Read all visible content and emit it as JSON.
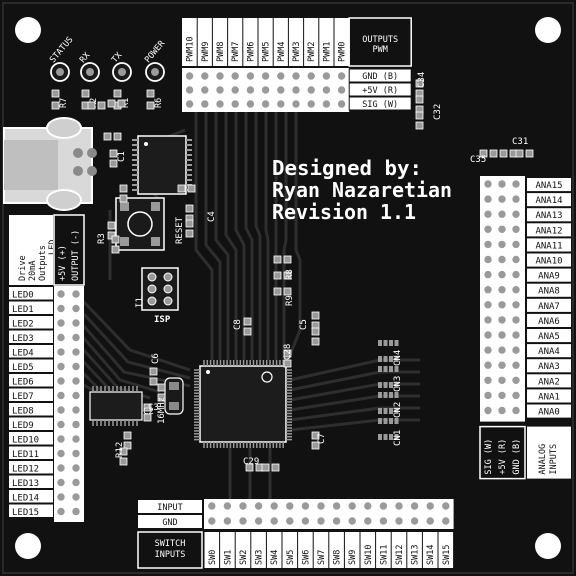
{
  "board": {
    "title_lines": [
      "Designed by:",
      "Ryan Nazaretian",
      "Revision 1.1"
    ]
  },
  "status_leds": [
    {
      "label": "STATUS",
      "resistor": "R7"
    },
    {
      "label": "RX",
      "resistor": "R2"
    },
    {
      "label": "TX",
      "resistor": "R1"
    },
    {
      "label": "POWER",
      "resistor": "R6"
    }
  ],
  "pwm_header": {
    "channels": [
      "PWM10",
      "PWM9",
      "PWM8",
      "PWM7",
      "PWM6",
      "PWM5",
      "PWM4",
      "PWM3",
      "PWM2",
      "PWM1",
      "PWM0"
    ],
    "group_title": "OUTPUTS PWM",
    "rows": [
      "GND (B)",
      "+5V (R)",
      "SIG (W)"
    ]
  },
  "led_header": {
    "title": "Drive 20mA Outputs LED",
    "columns": [
      "+5V (+)",
      "OUTPUT (-)"
    ],
    "rows": [
      "LED0",
      "LED1",
      "LED2",
      "LED3",
      "LED4",
      "LED5",
      "LED6",
      "LED7",
      "LED8",
      "LED9",
      "LED10",
      "LED11",
      "LED12",
      "LED13",
      "LED14",
      "LED15"
    ]
  },
  "analog_header": {
    "rows": [
      "ANA15",
      "ANA14",
      "ANA13",
      "ANA12",
      "ANA11",
      "ANA10",
      "ANA9",
      "ANA8",
      "ANA7",
      "ANA6",
      "ANA5",
      "ANA4",
      "ANA3",
      "ANA2",
      "ANA1",
      "ANA0"
    ],
    "columns": [
      "SIG (W)",
      "+5V (R)",
      "GND (B)"
    ],
    "title": "ANALOG INPUTS"
  },
  "switch_header": {
    "rows": [
      "INPUT",
      "GND"
    ],
    "title": "SWITCH INPUTS",
    "channels": [
      "SW0",
      "SW1",
      "SW2",
      "SW3",
      "SW4",
      "SW5",
      "SW6",
      "SW7",
      "SW8",
      "SW9",
      "SW10",
      "SW11",
      "SW12",
      "SW13",
      "SW14",
      "SW15"
    ]
  },
  "components": {
    "reset": "RESET",
    "isp": "ISP",
    "crystal": "16MHz",
    "caps": [
      "C1",
      "C2",
      "C3",
      "C4",
      "C5",
      "C6",
      "C7",
      "C8",
      "C28",
      "C29",
      "C31",
      "C32",
      "C34",
      "C35"
    ],
    "resistors": [
      "R3",
      "R8",
      "R9",
      "R12"
    ],
    "misc": [
      "I1",
      "CN1",
      "CN2",
      "CN3",
      "CN4"
    ]
  },
  "colors": {
    "board": "#111111",
    "silkscreen": "#ffffff",
    "trace": "#2b2b2b",
    "pad": "#9a9a9a"
  }
}
